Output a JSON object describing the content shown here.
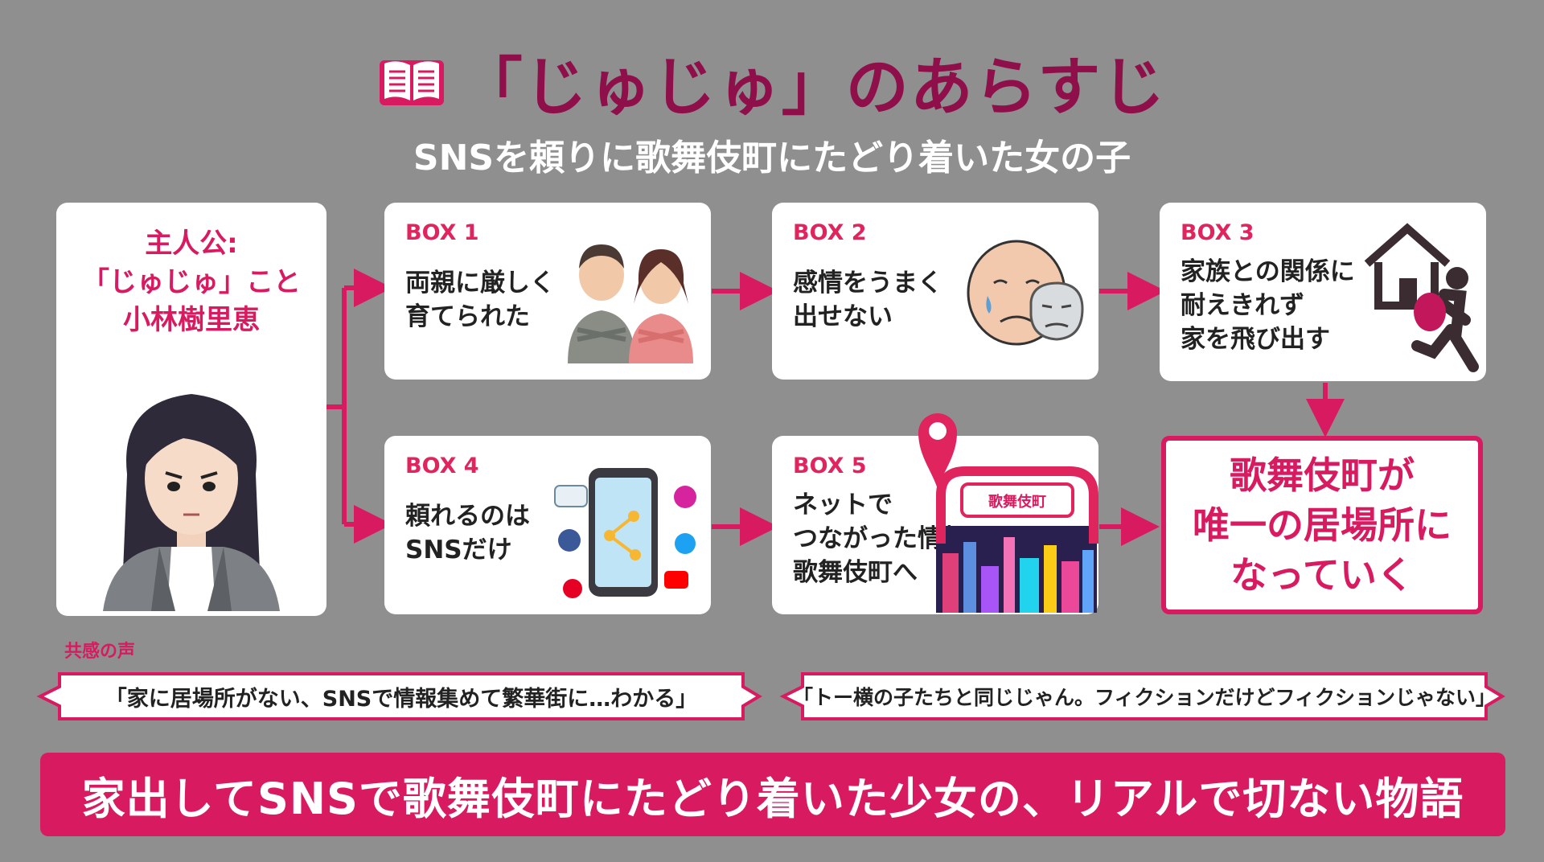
{
  "header": {
    "title": "「じゅじゅ」のあらすじ",
    "subtitle": "SNSを頼りに歌舞伎町にたどり着いた女の子"
  },
  "protagonist": {
    "heading": "主人公:\n「じゅじゅ」こと\n小林樹里恵"
  },
  "boxes": [
    {
      "label": "BOX 1",
      "text": "両親に厳しく\n育てられた"
    },
    {
      "label": "BOX 2",
      "text": "感情をうまく\n出せない"
    },
    {
      "label": "BOX 3",
      "text": "家族との関係に\n耐えきれず\n家を飛び出す"
    },
    {
      "label": "BOX 4",
      "text": "頼れるのは\nSNSだけ"
    },
    {
      "label": "BOX 5",
      "text": "ネットで\nつながった情報で\n歌舞伎町へ"
    }
  ],
  "map_sign": "歌舞伎町",
  "result": "歌舞伎町が\n唯一の居場所に\nなっていく",
  "voices": {
    "label": "共感の声",
    "left": "「家に居場所がない、SNSで情報集めて繁華街に…わかる」",
    "right": "「トー横の子たちと同じじゃん。フィクションだけどフィクションじゃない」"
  },
  "footer": "家出してSNSで歌舞伎町にたどり着いた少女の、リアルで切ない物語",
  "colors": {
    "accent": "#d81b60",
    "title": "#8e0f49",
    "background": "#8f8f8f"
  }
}
